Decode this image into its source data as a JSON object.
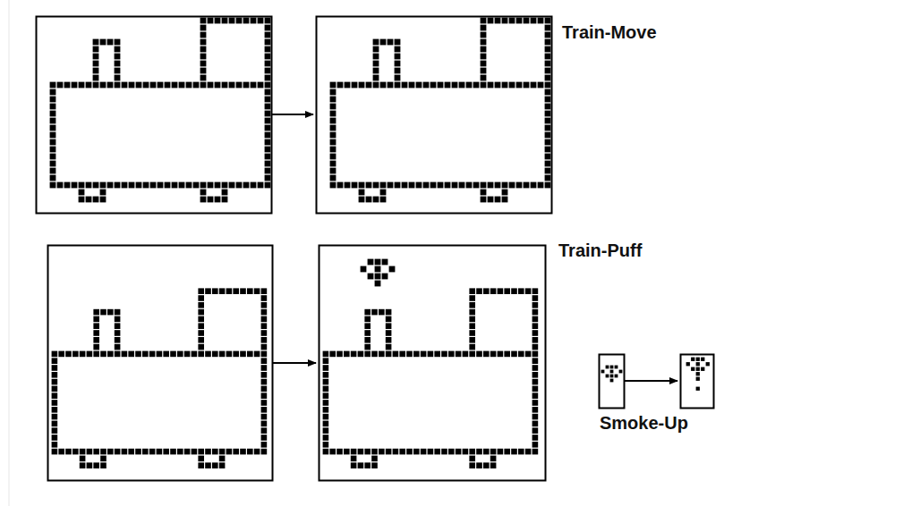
{
  "diagram": {
    "labels": [
      "Train-Move",
      "Train-Puff",
      "Smoke-Up"
    ]
  }
}
